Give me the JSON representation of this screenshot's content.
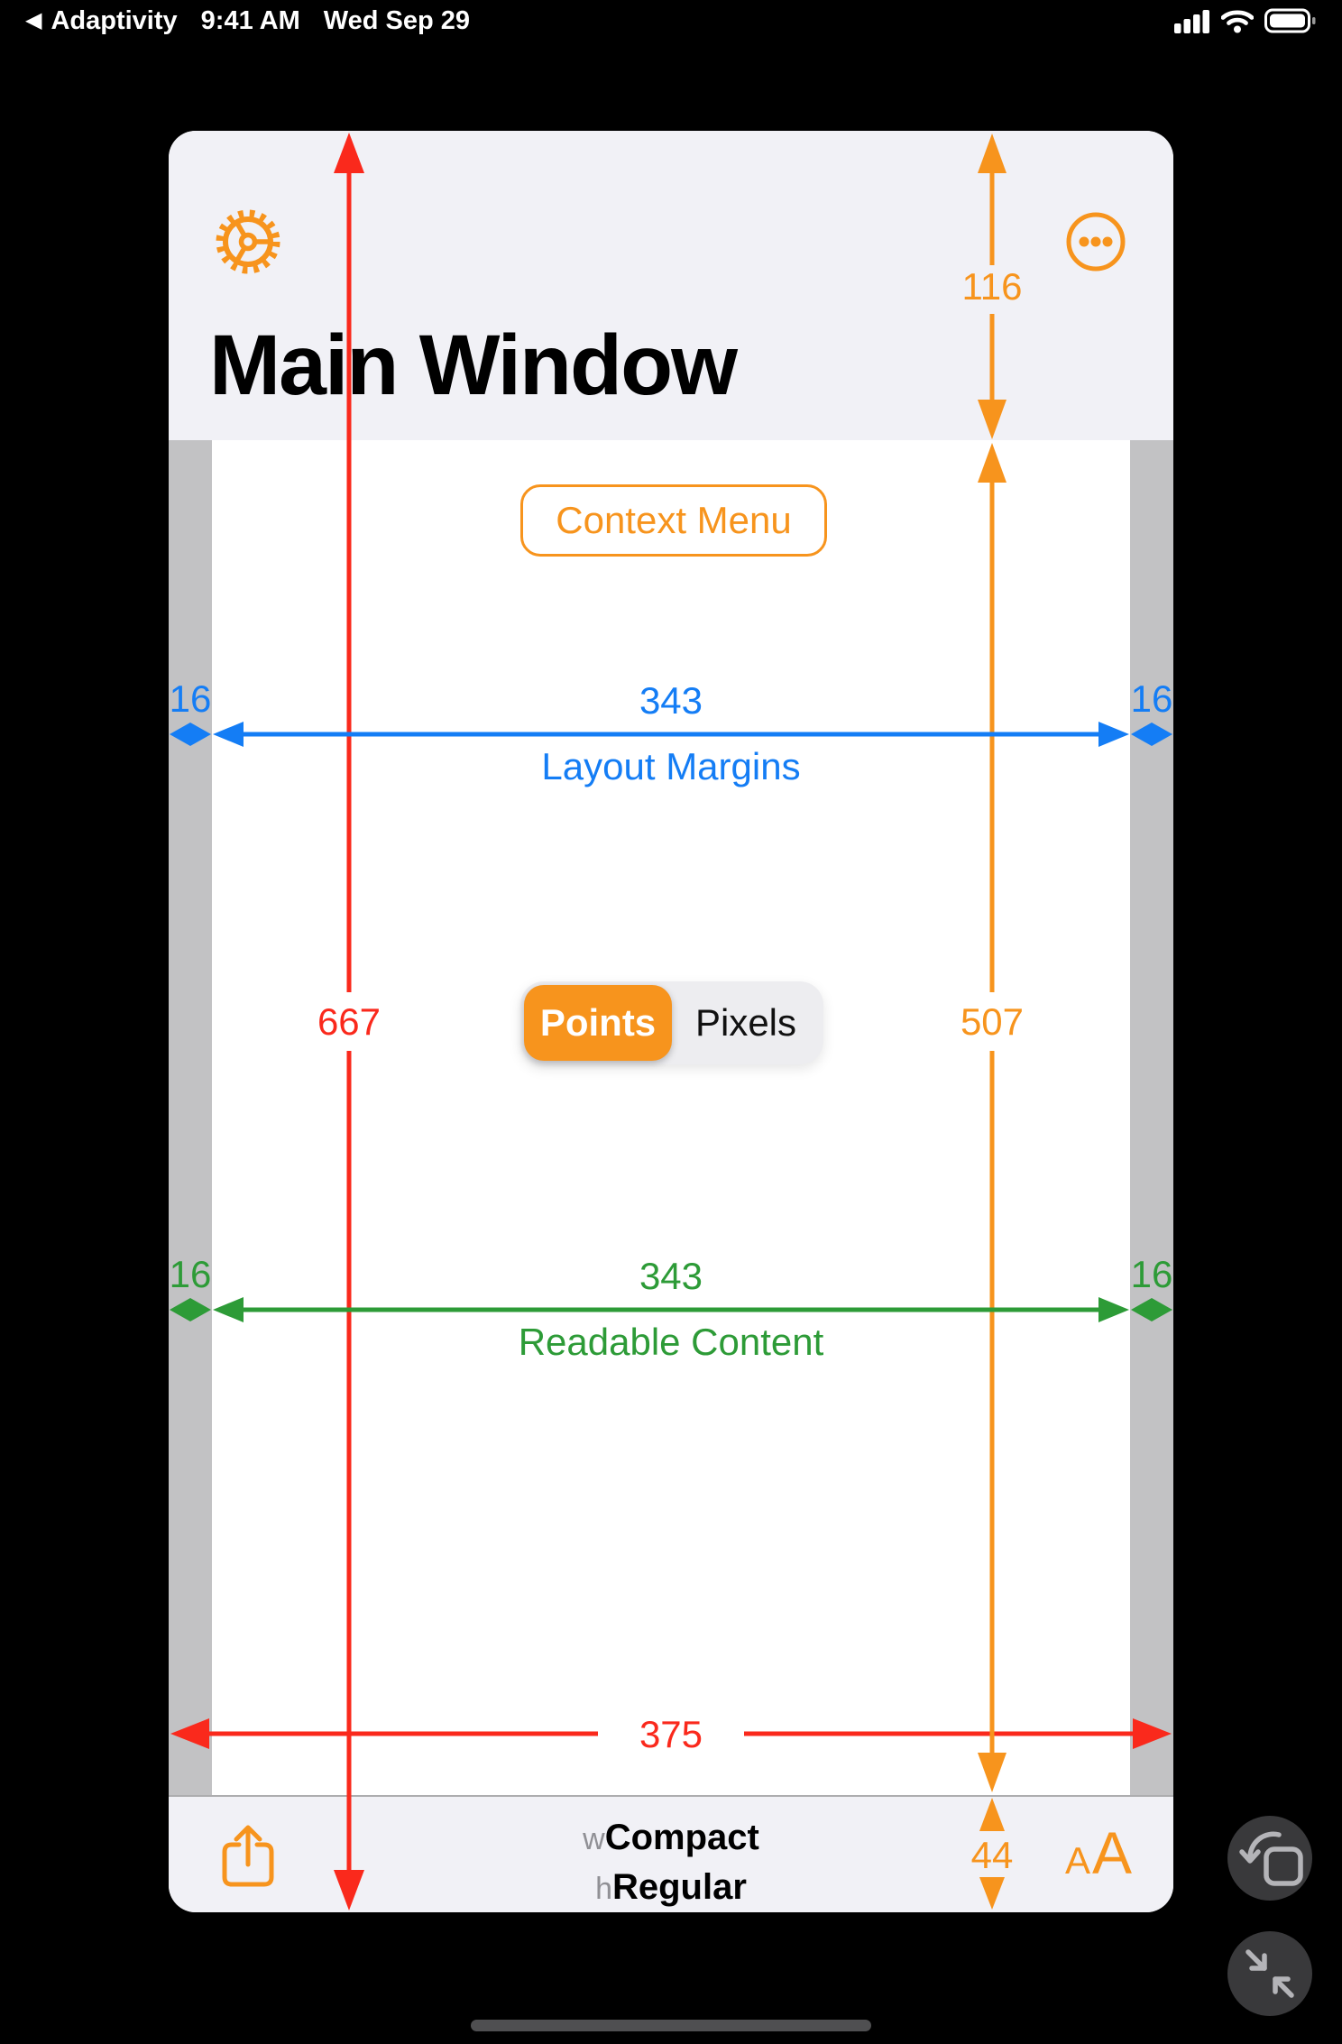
{
  "status_bar": {
    "back_icon": "◀",
    "back_to_app": "Adaptivity",
    "time": "9:41 AM",
    "date": "Wed Sep 29"
  },
  "app": {
    "title": "Main Window",
    "context_menu_label": "Context Menu",
    "segmented": {
      "points_label": "Points",
      "pixels_label": "Pixels",
      "selected": "Points"
    },
    "toolbar": {
      "width_prefix": "w",
      "width_class": "Compact",
      "height_prefix": "h",
      "height_class": "Regular",
      "aa_small": "A",
      "aa_large": "A"
    }
  },
  "measurements": {
    "nav_bar_height": "116",
    "content_height": "507",
    "toolbar_height": "44",
    "screen_height": "667",
    "screen_width": "375",
    "layout_margins": {
      "label": "Layout Margins",
      "left_margin": "16",
      "center_width": "343",
      "right_margin": "16"
    },
    "readable_content": {
      "label": "Readable Content",
      "left_margin": "16",
      "center_width": "343",
      "right_margin": "16"
    }
  },
  "icons": {
    "settings": "gear",
    "more": "ellipsis-in-circle",
    "share": "square-with-up-arrow",
    "text_size": "AA",
    "rotate": "rotate-window",
    "shrink": "shrink-window",
    "status_right": "signal-wifi-battery"
  },
  "colors": {
    "accent_orange": "#F7941D",
    "measure_blue": "#147DF5",
    "measure_green": "#2D9B37",
    "measure_red": "#FA291C",
    "header_bg": "#F1F1F6",
    "margin_strip_gray": "#C2C2C4"
  }
}
